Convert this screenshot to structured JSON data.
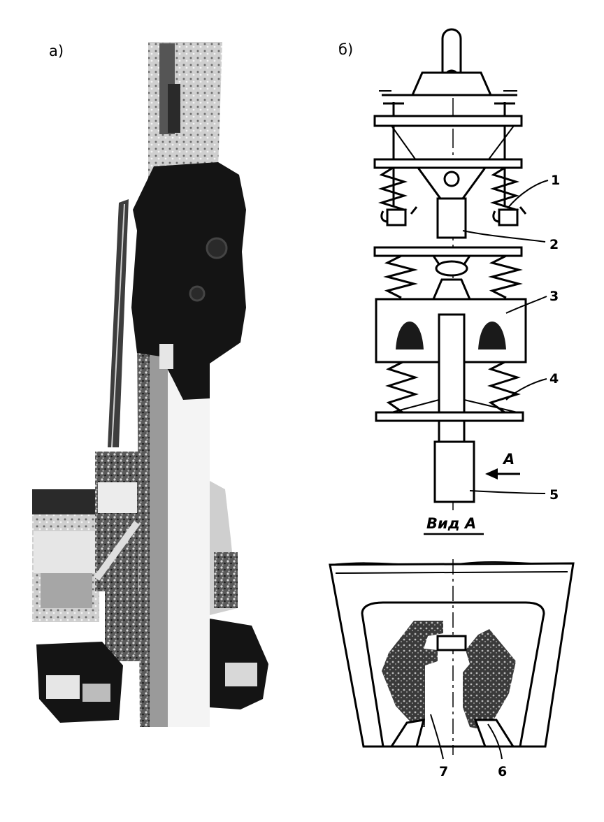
{
  "panels": {
    "a": {
      "label": "a)"
    },
    "b": {
      "label": "б)"
    }
  },
  "callouts": [
    "1",
    "2",
    "3",
    "4",
    "5",
    "6",
    "7"
  ],
  "view_arrow": "A",
  "view_caption": "Вид A"
}
